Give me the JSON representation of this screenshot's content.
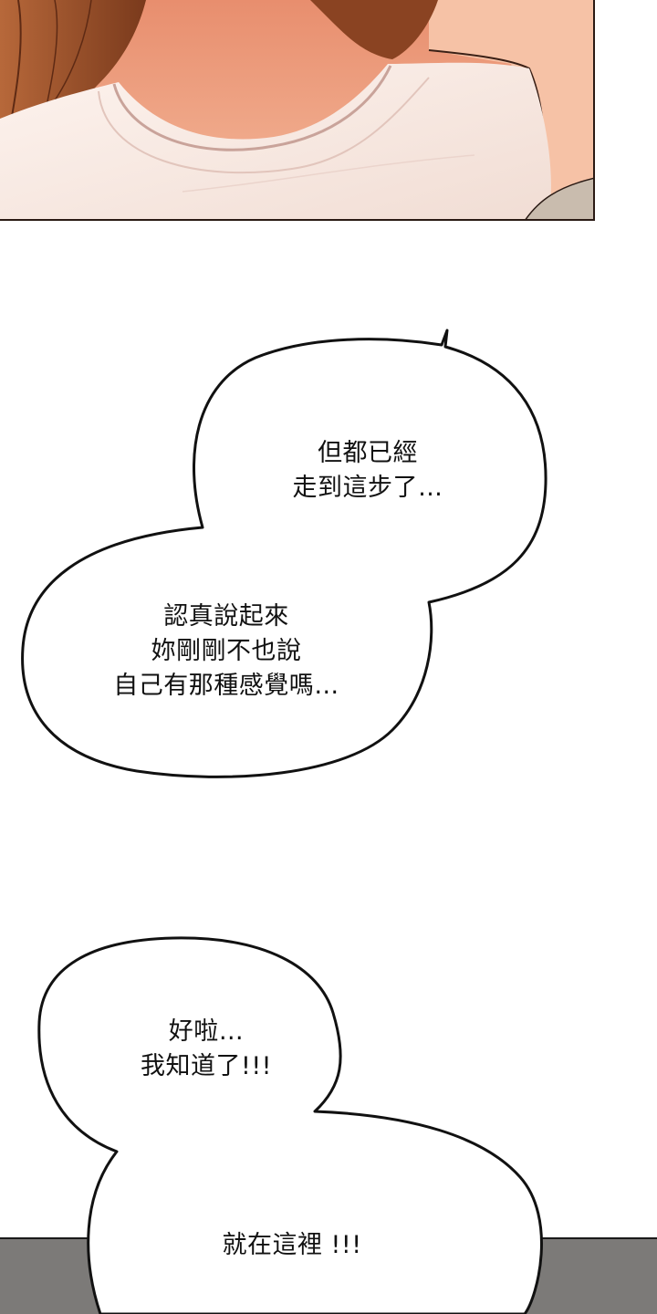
{
  "panel": {
    "description": "illustrated close-up of a woman's neck and white t-shirt",
    "colors": {
      "skin": "#f0a888",
      "skin_shadow": "#d9785c",
      "hair": "#a4592f",
      "hair_dark": "#5e2a14",
      "shirt": "#fbeee8",
      "shirt_shadow": "#e9cfc6",
      "border": "#2a1a14"
    }
  },
  "bubbles": [
    {
      "id": "bubble-1",
      "lines": [
        "但都已經",
        "走到這步了…"
      ]
    },
    {
      "id": "bubble-2",
      "lines": [
        "認真說起來",
        "妳剛剛不也說",
        "自己有那種感覺嗎…"
      ]
    },
    {
      "id": "bubble-3",
      "lines": [
        "好啦…",
        "我知道了!!!"
      ]
    },
    {
      "id": "bubble-4",
      "lines": [
        "就在這裡 !!!"
      ]
    }
  ],
  "floor": {
    "color": "#7c7a78"
  }
}
